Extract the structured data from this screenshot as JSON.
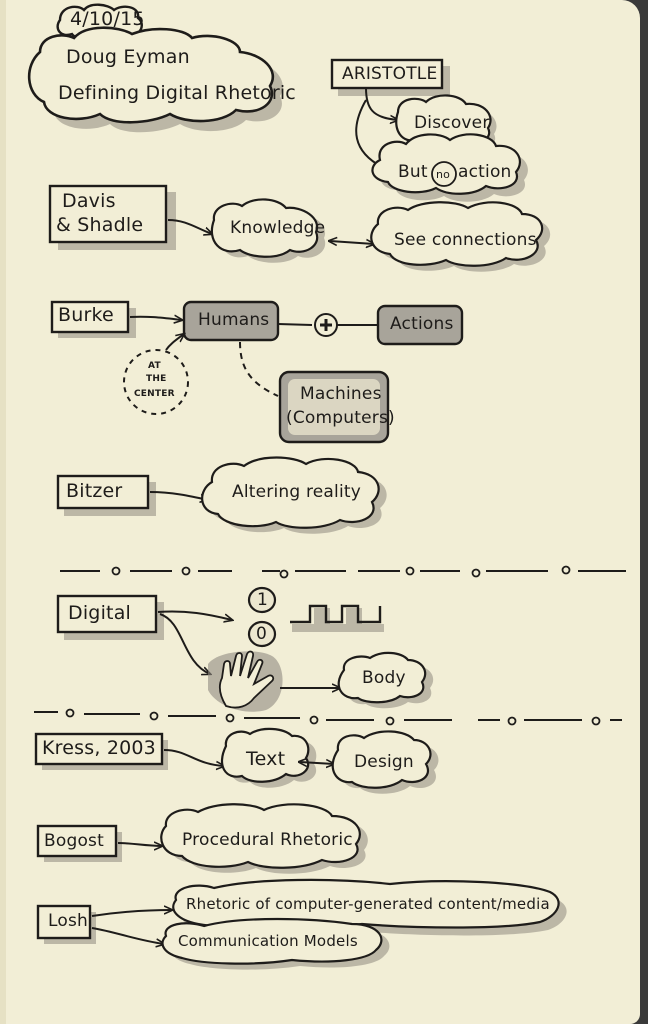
{
  "header": {
    "date": "4/10/15",
    "line1": "Doug Eyman",
    "line2": "Defining Digital Rhetoric"
  },
  "aristotle": {
    "label": "ARISTOTLE",
    "discover": "Discover",
    "but": "But",
    "no": "no",
    "action": "action"
  },
  "davis": {
    "label_line1": "Davis",
    "label_line2": "& Shadle",
    "knowledge": "Knowledge",
    "connections": "See connections"
  },
  "burke": {
    "label": "Burke",
    "humans": "Humans",
    "actions": "Actions",
    "machines_line1": "Machines",
    "machines_line2": "(Computers)",
    "center_line1": "AT",
    "center_line2": "THE",
    "center_line3": "CENTER"
  },
  "bitzer": {
    "label": "Bitzer",
    "altering": "Altering reality"
  },
  "digital": {
    "label": "Digital",
    "one": "1",
    "zero": "0",
    "body": "Body"
  },
  "kress": {
    "label": "Kress, 2003",
    "text": "Text",
    "design": "Design"
  },
  "bogost": {
    "label": "Bogost",
    "procedural": "Procedural Rhetoric"
  },
  "losh": {
    "label": "Losh",
    "item1": "Rhetoric of computer-generated content/media",
    "item2": "Communication Models"
  },
  "colors": {
    "paper": "#f2eed6",
    "ink": "#1e1c1a",
    "shade": "#8f8b80"
  }
}
